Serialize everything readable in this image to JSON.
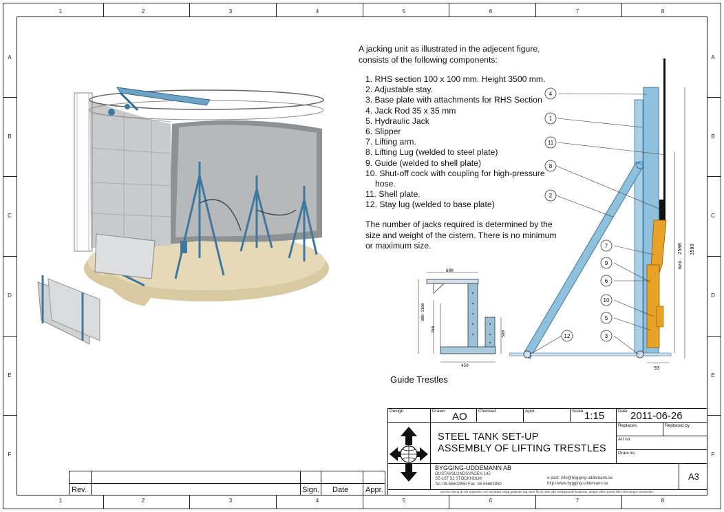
{
  "grid": {
    "columns": [
      "1",
      "2",
      "3",
      "4",
      "5",
      "6",
      "7",
      "8"
    ],
    "rows": [
      "A",
      "B",
      "C",
      "D",
      "E",
      "F"
    ]
  },
  "intro_text": "A jacking unit as illustrated in the adjecent figure, consists of the following components:",
  "components": [
    "1. RHS section 100 x 100 mm. Height 3500 mm.",
    "2. Adjustable stay.",
    "3. Base plate with attachments for RHS Section",
    "4. Jack Rod 35 x 35 mm",
    "5. Hydraulic Jack",
    "6. Slipper",
    "7. Lifting arm.",
    "8. Lifting Lug (welded to steel plate)",
    "9. Guide (welded to shell plate)",
    "10. Shut-off cock with coupling for high-pressure hose.",
    "11. Shell plate.",
    "12. Stay lug (welded to base plate)"
  ],
  "note_text": "The number of jacks required is determined by the size and weight of the cistern. There is no minimum or maximum size.",
  "guide_caption": "Guide Trestles",
  "guide_drawing": {
    "dims": [
      "600",
      "900-1100",
      "700",
      "500",
      "450"
    ]
  },
  "side_drawing": {
    "callouts": [
      "4",
      "1",
      "11",
      "8",
      "2",
      "7",
      "9",
      "6",
      "10",
      "5",
      "3",
      "12"
    ],
    "dims": [
      "max. 2500",
      "3500",
      "93"
    ]
  },
  "title_block": {
    "design_label": "Design",
    "drawn_label": "Drawn",
    "drawn_value": "AO",
    "checked_label": "Checked",
    "appr_label": "Appr.",
    "scale_label": "Scale",
    "scale_value": "1:15",
    "date_label": "Date",
    "date_value": "2011-06-26",
    "replaces_label": "Replaces",
    "replaced_by_label": "Replaced by",
    "art_no_label": "Art no.",
    "draw_no_label": "Draw.no.",
    "title_line1": "STEEL TANK SET-UP",
    "title_line2": "ASSEMBLY OF LIFTING TRESTLES",
    "company": "BYGGING-UDDEMANN AB",
    "address1": "GUSTAVSLUNDSVÄGEN 145",
    "address2": "SE-167 51 STOCKHOLM",
    "phone": "Tel. 08-55602850  Fax. 08-55602850",
    "email": "e-post:  info@bygging-uddemann.se",
    "web": "http://www.bygging-uddemann.se",
    "sheet_size": "A3",
    "disclaimer": "Denna ritning är vår egendom och skyddad enligt gällande lag samt får ej utan vårt medgivande kopieras, delges eller annan eller obehörigen användas."
  },
  "revision_block": {
    "rev_label": "Rev.",
    "sign_label": "Sign.",
    "date_label": "Date",
    "appr_label": "Appr."
  },
  "colors": {
    "steel_blue": "#7fb2d0",
    "steel_blue_dark": "#3d78a0",
    "jack_orange": "#e8a228",
    "floor_beige": "#e6d9b8",
    "tank_grey": "#c8cacc"
  }
}
